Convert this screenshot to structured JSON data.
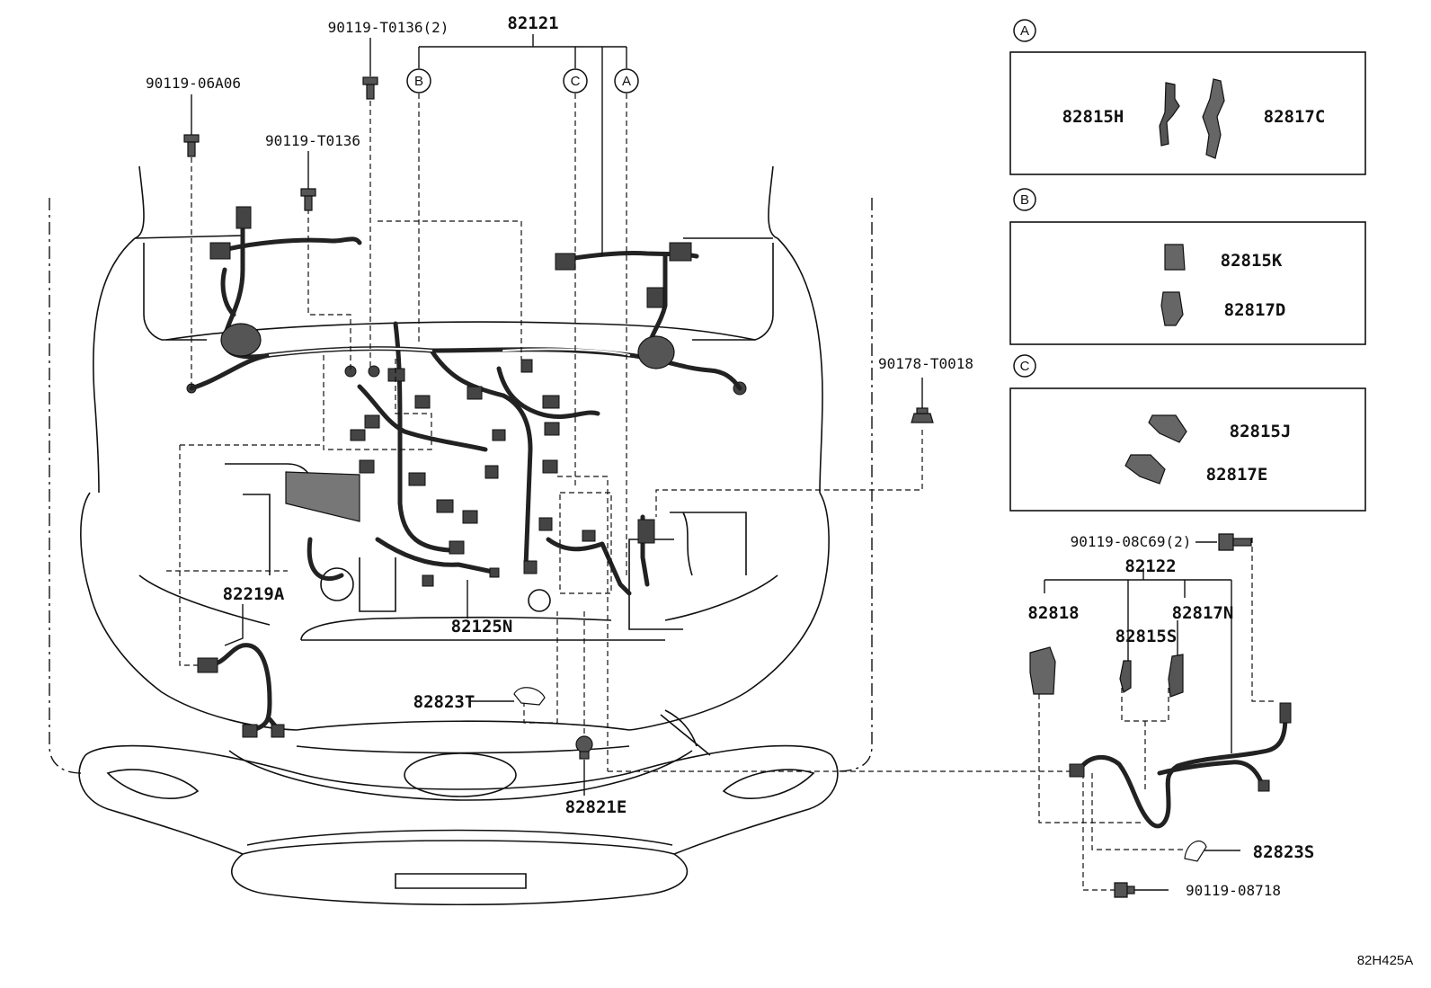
{
  "diagram": {
    "labels": {
      "p_82121": "82121",
      "p_90119_T0136_2": "90119-T0136(2)",
      "p_90119_06A06": "90119-06A06",
      "p_90119_T0136": "90119-T0136",
      "p_82219A": "82219A",
      "p_82125N": "82125N",
      "p_82823T": "82823T",
      "p_82821E": "82821E",
      "p_90178_T0018": "90178-T0018",
      "p_90119_08C69_2": "90119-08C69(2)",
      "p_82122": "82122",
      "p_82818": "82818",
      "p_82817N": "82817N",
      "p_82815S": "82815S",
      "p_82823S": "82823S",
      "p_90119_08718": "90119-08718",
      "p_82815H": "82815H",
      "p_82817C": "82817C",
      "p_82815K": "82815K",
      "p_82817D": "82817D",
      "p_82815J": "82815J",
      "p_82817E": "82817E"
    },
    "callouts": {
      "A": "A",
      "B": "B",
      "C": "C"
    },
    "reference_code": "82H425A"
  }
}
